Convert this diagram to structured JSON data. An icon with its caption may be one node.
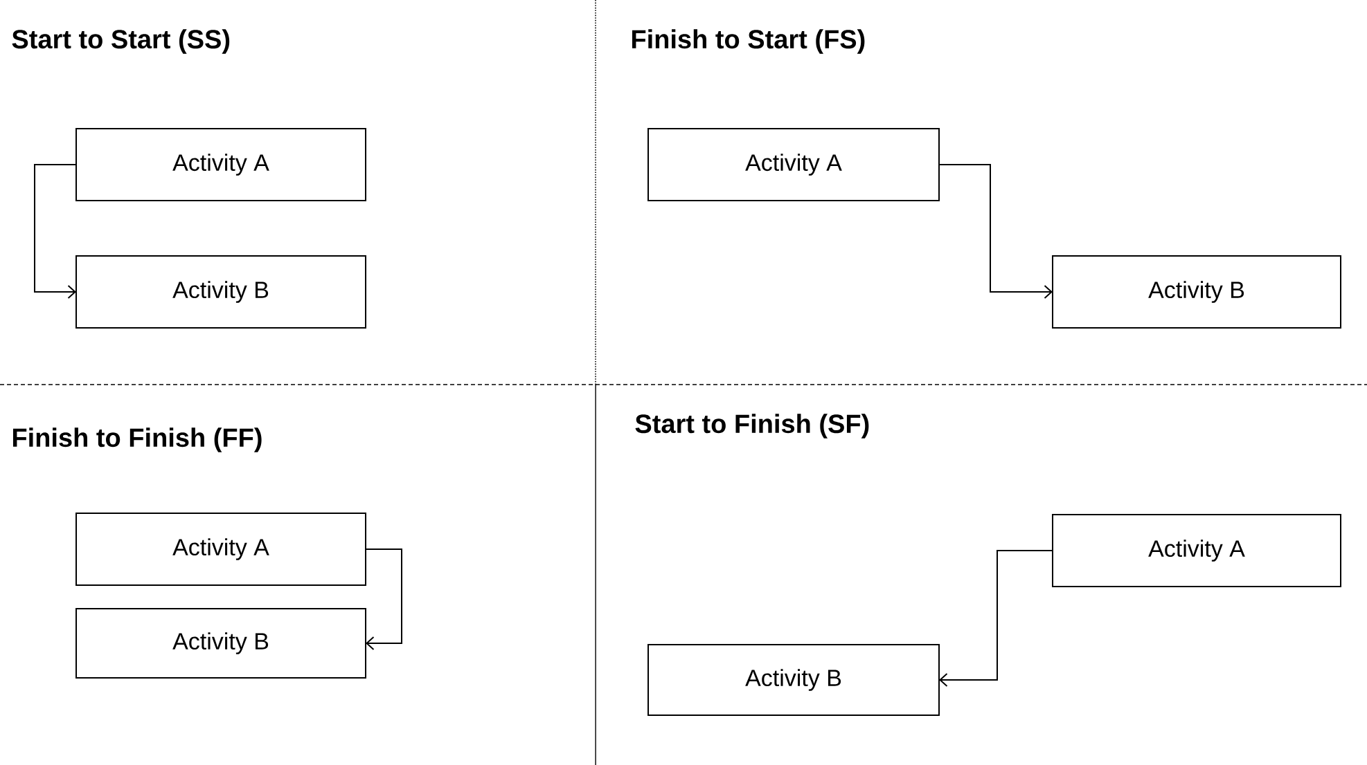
{
  "diagram": {
    "nodes": [
      {
        "text": [
          "Activity A"
        ]
      },
      {
        "text": [
          "Activity B"
        ]
      },
      {
        "text": [
          "Activity A"
        ]
      },
      {
        "text": [
          "Activity B"
        ]
      },
      {
        "text": [
          "Activity A"
        ]
      },
      {
        "text": [
          "Activity B"
        ]
      },
      {
        "text": [
          "Activity A"
        ]
      },
      {
        "text": [
          "Activity B"
        ]
      }
    ],
    "edges": [
      {
        "from": 0,
        "to": 1,
        "arrow": "to"
      },
      {
        "from": 2,
        "to": 3,
        "arrow": "to"
      },
      {
        "from": 4,
        "to": 5,
        "arrow": "to"
      },
      {
        "from": 6,
        "to": 7,
        "arrow": "to"
      }
    ],
    "labels": [
      "Start to Start (SS)",
      "Finish to Start (FS)",
      "Finish to Finish (FF)",
      "Start to Finish (SF)"
    ]
  }
}
